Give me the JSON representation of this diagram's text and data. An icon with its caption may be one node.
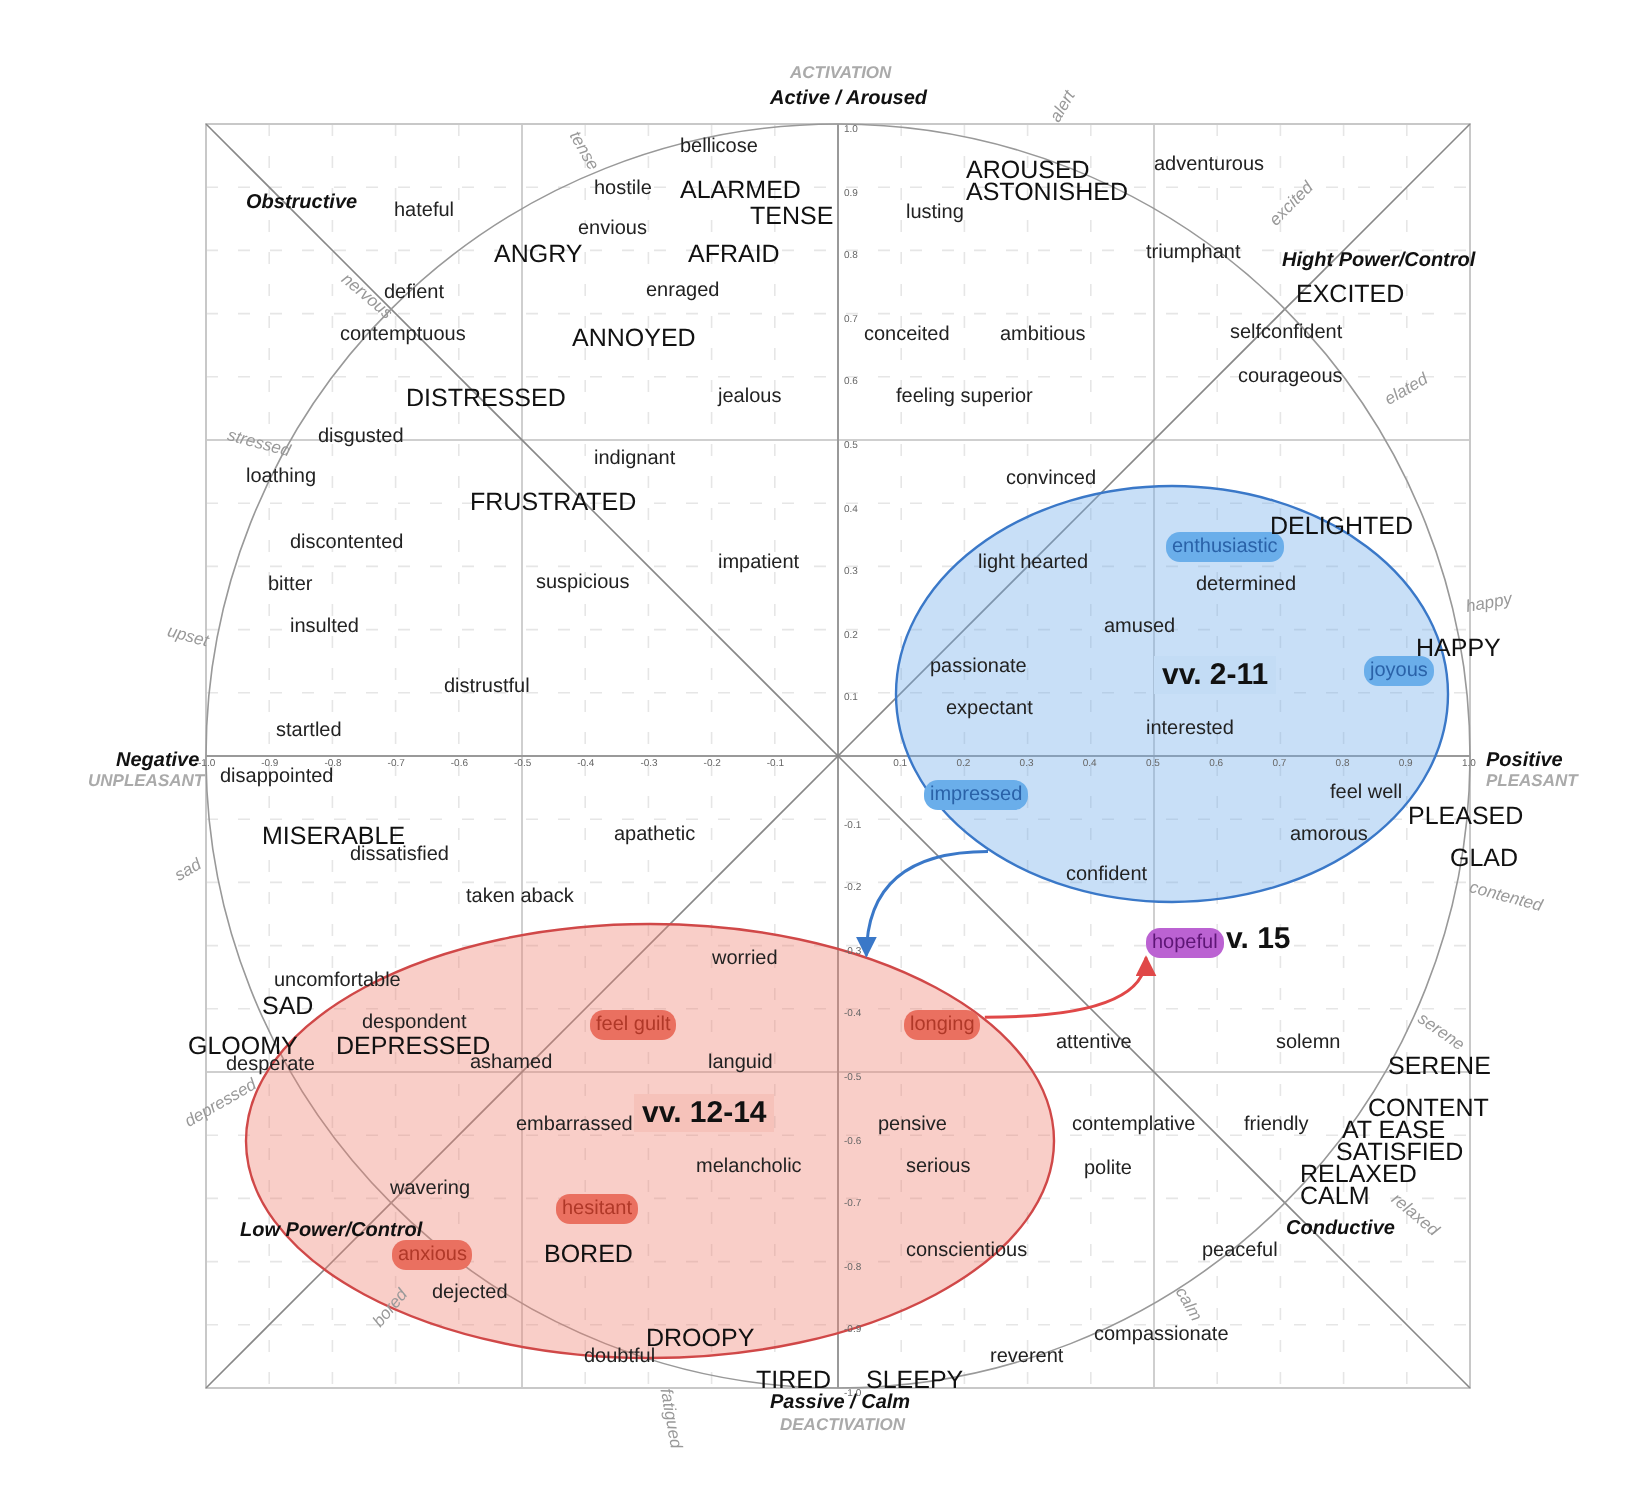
{
  "diagram": {
    "nodes": [
      {
        "text": [
          "vv. 2-11"
        ]
      },
      {
        "text": [
          "enthusiastic"
        ],
        "in": 0
      },
      {
        "text": [
          "joyous"
        ],
        "in": 0
      },
      {
        "text": [
          "impressed"
        ],
        "in": 0
      },
      {
        "text": [
          "vv. 12-14"
        ]
      },
      {
        "text": [
          "feel guilt"
        ],
        "in": 4
      },
      {
        "text": [
          "longing"
        ],
        "in": 4
      },
      {
        "text": [
          "hesitant"
        ],
        "in": 4
      },
      {
        "text": [
          "anxious"
        ],
        "in": 4
      },
      {
        "text": [
          "hopeful"
        ],
        "beside": [
          "v. 15"
        ]
      }
    ],
    "edges": [
      {
        "from": 0,
        "to": 4,
        "arrow": "to",
        "color": "#3a78c8"
      },
      {
        "from": 4,
        "to": 9,
        "arrow": "to",
        "color": "#e04848"
      }
    ],
    "labels": [
      "ACTIVATION",
      "Active / Aroused",
      "tense",
      "alert",
      "bellicose",
      "AROUSED",
      "adventurous",
      "hostile",
      "ALARMED",
      "ASTONISHED",
      "Obstructive",
      "hateful",
      "TENSE",
      "lusting",
      "envious",
      "excited",
      "ANGRY",
      "AFRAID",
      "triumphant",
      "Hight Power/Control",
      "nervous",
      "defient",
      "enraged",
      "EXCITED",
      "contemptuous",
      "ANNOYED",
      "conceited",
      "ambitious",
      "selfconfident",
      "courageous",
      "DISTRESSED",
      "jealous",
      "feeling superior",
      "elated",
      "stressed",
      "disgusted",
      "indignant",
      "loathing",
      "convinced",
      "FRUSTRATED",
      "DELIGHTED",
      "discontented",
      "impatient",
      "light hearted",
      "bitter",
      "suspicious",
      "determined",
      "happy",
      "upset",
      "insulted",
      "amused",
      "HAPPY",
      "passionate",
      "distrustful",
      "expectant",
      "startled",
      "interested",
      "Negative",
      "Positive",
      "UNPLEASANT",
      "disappointed",
      "PLEASANT",
      "feel well",
      "PLEASED",
      "MISERABLE",
      "apathetic",
      "amorous",
      "dissatisfied",
      "GLAD",
      "sad",
      "confident",
      "contented",
      "taken aback",
      "worried",
      "uncomfortable",
      "SAD",
      "despondent",
      "serene",
      "GLOOMY",
      "DEPRESSED",
      "attentive",
      "solemn",
      "desperate",
      "ashamed",
      "languid",
      "SERENE",
      "CONTENT",
      "depressed",
      "embarrassed",
      "pensive",
      "contemplative",
      "friendly",
      "AT EASE",
      "SATISFIED",
      "melancholic",
      "serious",
      "polite",
      "RELAXED",
      "wavering",
      "CALM",
      "relaxed",
      "Low Power/Control",
      "Conductive",
      "BORED",
      "conscientious",
      "peaceful",
      "dejected",
      "bored",
      "calm",
      "DROOPY",
      "compassionate",
      "doubtful",
      "reverent",
      "TIRED",
      "SLEEPY",
      "fatigued",
      "Passive / Calm",
      "DEACTIVATION",
      "-1.0",
      "-0.9",
      "-0.8",
      "-0.7",
      "-0.6",
      "-0.5",
      "-0.4",
      "-0.3",
      "-0.2",
      "-0.1",
      "0.1",
      "0.2",
      "0.3",
      "0.4",
      "0.5",
      "0.6",
      "0.7",
      "0.8",
      "0.9",
      "1.0",
      "1.0",
      "0.9",
      "0.8",
      "0.7",
      "0.6",
      "0.5",
      "0.4",
      "0.3",
      "0.2",
      "0.1",
      "-0.1",
      "-0.2",
      "-0.3",
      "-0.4",
      "-0.5",
      "-0.6",
      "-0.7",
      "-0.8",
      "-0.9",
      "-1.0"
    ]
  }
}
